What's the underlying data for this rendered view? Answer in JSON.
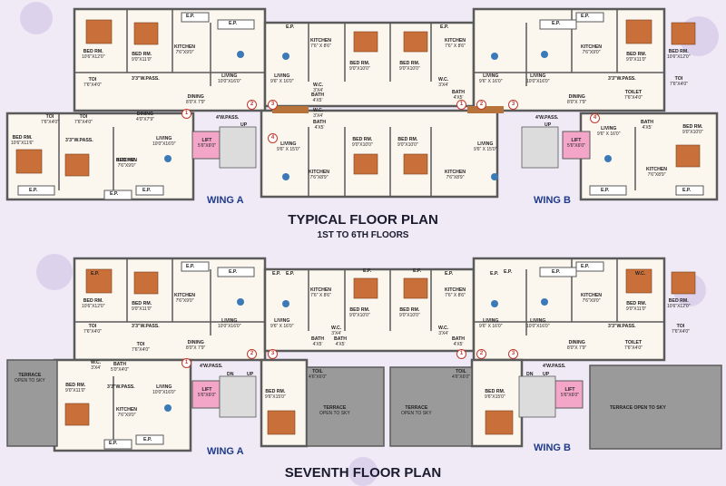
{
  "titles": {
    "typical": "TYPICAL FLOOR PLAN",
    "typical_sub": "1ST TO 6TH FLOORS",
    "seventh": "SEVENTH FLOOR PLAN"
  },
  "wings": {
    "a": "WING A",
    "b": "WING B"
  },
  "colors": {
    "wall": "#5a5a5a",
    "floor": "#fbf6ee",
    "terrace": "#9a9a9a",
    "lift": "#f4a6c8",
    "accent": "#1f3a8a",
    "ring": "#c0392b"
  },
  "typical": [
    {
      "id": "t1",
      "name": "BED RM.",
      "size": "10'6\"X12'0\""
    },
    {
      "id": "t2",
      "name": "BED RM.",
      "size": "9'0\"X11'0\""
    },
    {
      "id": "t3",
      "name": "E.P.",
      "size": ""
    },
    {
      "id": "t4",
      "name": "KITCHEN",
      "size": "7'6\"X9'0\""
    },
    {
      "id": "t5",
      "name": "E.P.",
      "size": ""
    },
    {
      "id": "t6",
      "name": "LIVING",
      "size": "10'0\"X16'0\""
    },
    {
      "id": "t7",
      "name": "LIVING",
      "size": "9'6\" X 16'0\""
    },
    {
      "id": "t8",
      "name": "KITCHEN",
      "size": "7'6\" X 8'6\""
    },
    {
      "id": "t9",
      "name": "BED RM.",
      "size": "9'0\"X10'0\""
    },
    {
      "id": "t10",
      "name": "BED RM.",
      "size": "9'0\"X10'0\""
    },
    {
      "id": "t11",
      "name": "KITCHEN",
      "size": "7'6\" X 8'6\""
    },
    {
      "id": "t12",
      "name": "LIVING",
      "size": "9'6\" X 16'0\""
    },
    {
      "id": "t13",
      "name": "LIVING",
      "size": "10'0\"X16'0\""
    },
    {
      "id": "t14",
      "name": "KITCHEN",
      "size": "7'6\"X9'0\""
    },
    {
      "id": "t15",
      "name": "BED RM.",
      "size": "9'0\"X11'0\""
    },
    {
      "id": "t16",
      "name": "BED RM.",
      "size": "10'6\"X12'0\""
    },
    {
      "id": "t17",
      "name": "TOI",
      "size": "7'6\"X4'0\""
    },
    {
      "id": "t18",
      "name": "3'3\"W.PASS.",
      "size": ""
    },
    {
      "id": "t19",
      "name": "DINING",
      "size": "8'0\"X 7'9\""
    },
    {
      "id": "t20",
      "name": "W.C.",
      "size": "3'X4'"
    },
    {
      "id": "t21",
      "name": "BATH",
      "size": "4'X5'"
    },
    {
      "id": "t22",
      "name": "W.C.",
      "size": "3'X4'"
    },
    {
      "id": "t23",
      "name": "BATH",
      "size": "4'X5'"
    },
    {
      "id": "t24",
      "name": "DINING",
      "size": "8'0\"X 7'9\""
    },
    {
      "id": "t25",
      "name": "3'3\"W.PASS.",
      "size": ""
    },
    {
      "id": "t26",
      "name": "TOILET",
      "size": "7'6\"X4'0\""
    },
    {
      "id": "t27",
      "name": "TOI",
      "size": "7'6\"X4'0\""
    },
    {
      "id": "t28",
      "name": "TOI",
      "size": "7'6\"X4'0\""
    },
    {
      "id": "t29",
      "name": "TOI",
      "size": "7'6\"X4'0\""
    },
    {
      "id": "t30",
      "name": "BED RM.",
      "size": "10'6\"X11'6\""
    },
    {
      "id": "t31",
      "name": "3'3\"W.PASS.",
      "size": ""
    },
    {
      "id": "t32",
      "name": "DINING",
      "size": "4'0\"X7'9\""
    },
    {
      "id": "t33",
      "name": "LIVING",
      "size": "10'0\"X16'0\""
    },
    {
      "id": "t34",
      "name": "4'W.PASS.",
      "size": ""
    },
    {
      "id": "t35",
      "name": "UP",
      "size": ""
    },
    {
      "id": "t36",
      "name": "LIFT",
      "size": "5'6\"X6'0\""
    },
    {
      "id": "t37",
      "name": "LIVING",
      "size": "9'6\" X 15'0\""
    },
    {
      "id": "t38",
      "name": "BATH",
      "size": "4'X5'"
    },
    {
      "id": "t39",
      "name": "W.C.",
      "size": "3'X4'"
    },
    {
      "id": "t40",
      "name": "KITCHEN",
      "size": "7'6\"X8'9\""
    },
    {
      "id": "t41",
      "name": "BED RM.",
      "size": "9'0\"X10'0\""
    },
    {
      "id": "t42",
      "name": "BED RM.",
      "size": "9'0\"X10'0\""
    },
    {
      "id": "t43",
      "name": "KITCHEN",
      "size": "7'6\"X8'9\""
    },
    {
      "id": "t44",
      "name": "LIVING",
      "size": "9'6\" X 15'0\""
    },
    {
      "id": "t45",
      "name": "4'W.PASS.",
      "size": ""
    },
    {
      "id": "t46",
      "name": "UP",
      "size": ""
    },
    {
      "id": "t47",
      "name": "LIFT",
      "size": "5'6\"X6'0\""
    },
    {
      "id": "t48",
      "name": "LIVING",
      "size": "9'6\" X 16'0\""
    },
    {
      "id": "t49",
      "name": "BATH",
      "size": "4'X5'"
    },
    {
      "id": "t50",
      "name": "KITCHEN",
      "size": "7'6\"X8'9\""
    },
    {
      "id": "t51",
      "name": "BED RM.",
      "size": "9'0\"X10'0\""
    },
    {
      "id": "t52",
      "name": "BED RM.",
      "size": "9'0\"X11'0\""
    },
    {
      "id": "t53",
      "name": "KITCHEN",
      "size": "7'6\"X9'0\""
    },
    {
      "id": "t54",
      "name": "E.P.",
      "size": ""
    },
    {
      "id": "t55",
      "name": "E.P.",
      "size": ""
    },
    {
      "id": "t56",
      "name": "E.P.",
      "size": ""
    },
    {
      "id": "t57",
      "name": "E.P.",
      "size": ""
    },
    {
      "id": "t58",
      "name": "E.P.",
      "size": ""
    },
    {
      "id": "t59",
      "name": "E.P.",
      "size": ""
    },
    {
      "id": "t60",
      "name": "E.P.",
      "size": ""
    },
    {
      "id": "t61",
      "name": "E.P.",
      "size": ""
    },
    {
      "id": "t62",
      "name": "E.P.",
      "size": ""
    }
  ],
  "seventh": [
    {
      "id": "s1",
      "name": "BED RM.",
      "size": "10'6\"X12'0\""
    },
    {
      "id": "s2",
      "name": "BED RM.",
      "size": "9'0\"X11'0\""
    },
    {
      "id": "s3",
      "name": "KITCHEN",
      "size": "7'6\"X9'0\""
    },
    {
      "id": "s4",
      "name": "LIVING",
      "size": "10'0\"X16'0\""
    },
    {
      "id": "s5",
      "name": "LIVING",
      "size": "9'6\" X 16'0\""
    },
    {
      "id": "s6",
      "name": "KITCHEN",
      "size": "7'6\" X 8'6\""
    },
    {
      "id": "s7",
      "name": "BED RM.",
      "size": "9'0\"X10'0\""
    },
    {
      "id": "s8",
      "name": "BED RM.",
      "size": "9'0\"X10'0\""
    },
    {
      "id": "s9",
      "name": "KITCHEN",
      "size": "7'6\" X 8'6\""
    },
    {
      "id": "s10",
      "name": "LIVING",
      "size": "9'6\" X 16'0\""
    },
    {
      "id": "s11",
      "name": "LIVING",
      "size": "10'0\"X16'0\""
    },
    {
      "id": "s12",
      "name": "KITCHEN",
      "size": "7'6\"X9'0\""
    },
    {
      "id": "s13",
      "name": "BED RM.",
      "size": "9'0\"X11'0\""
    },
    {
      "id": "s14",
      "name": "BED RM.",
      "size": "10'6\"X12'0\""
    },
    {
      "id": "s15",
      "name": "TOI",
      "size": "7'6\"X4'0\""
    },
    {
      "id": "s16",
      "name": "3'3\"W.PASS.",
      "size": ""
    },
    {
      "id": "s17",
      "name": "TOI",
      "size": "7'6\"X4'0\""
    },
    {
      "id": "s18",
      "name": "DINING",
      "size": "8'0\"X 7'9\""
    },
    {
      "id": "s19",
      "name": "W.C.",
      "size": "3'X4'"
    },
    {
      "id": "s20",
      "name": "BATH",
      "size": "4'X5'"
    },
    {
      "id": "s21",
      "name": "W.C.",
      "size": "3'X4'"
    },
    {
      "id": "s22",
      "name": "BATH",
      "size": "4'X5'"
    },
    {
      "id": "s23",
      "name": "DINING",
      "size": "8'0\"X 7'9\""
    },
    {
      "id": "s24",
      "name": "3'3\"W.PASS.",
      "size": ""
    },
    {
      "id": "s25",
      "name": "TOILET",
      "size": "7'6\"X4'0\""
    },
    {
      "id": "s26",
      "name": "TOI",
      "size": "7'6\"X4'0\""
    },
    {
      "id": "s27",
      "name": "TERRACE",
      "size": "OPEN TO SKY"
    },
    {
      "id": "s28",
      "name": "W.C.",
      "size": "3'X4'"
    },
    {
      "id": "s29",
      "name": "BATH",
      "size": "5'0\"X4'0\""
    },
    {
      "id": "s30",
      "name": "3'3\"W.PASS.",
      "size": ""
    },
    {
      "id": "s31",
      "name": "LIVING",
      "size": "10'0\"X16'0\""
    },
    {
      "id": "s32",
      "name": "4'W.PASS.",
      "size": ""
    },
    {
      "id": "s33",
      "name": "DN",
      "size": ""
    },
    {
      "id": "s34",
      "name": "UP",
      "size": ""
    },
    {
      "id": "s35",
      "name": "LIFT",
      "size": "5'6\"X6'0\""
    },
    {
      "id": "s36",
      "name": "TOIL",
      "size": "4'6\"X6'0\""
    },
    {
      "id": "s37",
      "name": "BED RM.",
      "size": "9'6\"X15'0\""
    },
    {
      "id": "s38",
      "name": "TERRACE",
      "size": "OPEN TO SKY"
    },
    {
      "id": "s39",
      "name": "TERRACE",
      "size": "OPEN TO SKY"
    },
    {
      "id": "s40",
      "name": "TOIL",
      "size": "4'6\"X6'0\""
    },
    {
      "id": "s41",
      "name": "BED RM.",
      "size": "9'6\"X15'0\""
    },
    {
      "id": "s42",
      "name": "4'W.PASS.",
      "size": ""
    },
    {
      "id": "s43",
      "name": "DN",
      "size": ""
    },
    {
      "id": "s44",
      "name": "UP",
      "size": ""
    },
    {
      "id": "s45",
      "name": "LIFT",
      "size": "5'6\"X6'0\""
    },
    {
      "id": "s46",
      "name": "TERRACE OPEN TO SKY",
      "size": ""
    },
    {
      "id": "s47",
      "name": "BED RM.",
      "size": "9'0\"X11'0\""
    },
    {
      "id": "s48",
      "name": "KITCHEN",
      "size": "7'6\"X9'0\""
    },
    {
      "id": "s49",
      "name": "E.P.",
      "size": ""
    },
    {
      "id": "s50",
      "name": "E.P.",
      "size": ""
    },
    {
      "id": "s51",
      "name": "E.P.",
      "size": ""
    },
    {
      "id": "s52",
      "name": "E.P.",
      "size": ""
    },
    {
      "id": "s53",
      "name": "E.P.",
      "size": ""
    },
    {
      "id": "s54",
      "name": "E.P.",
      "size": ""
    },
    {
      "id": "s55",
      "name": "E.P.",
      "size": ""
    },
    {
      "id": "s56",
      "name": "E.P.",
      "size": ""
    },
    {
      "id": "s57",
      "name": "E.P.",
      "size": ""
    },
    {
      "id": "s58",
      "name": "E.P.",
      "size": ""
    },
    {
      "id": "s59",
      "name": "E.P.",
      "size": ""
    },
    {
      "id": "s60",
      "name": "E.P.",
      "size": ""
    },
    {
      "id": "s61",
      "name": "E.P.",
      "size": ""
    },
    {
      "id": "s62",
      "name": "E.P.",
      "size": ""
    },
    {
      "id": "s63",
      "name": "W.C.",
      "size": "3'X4'"
    },
    {
      "id": "s64",
      "name": "BATH",
      "size": "4'X5'"
    }
  ],
  "flat_numbers": [
    "1",
    "2",
    "3",
    "4"
  ]
}
